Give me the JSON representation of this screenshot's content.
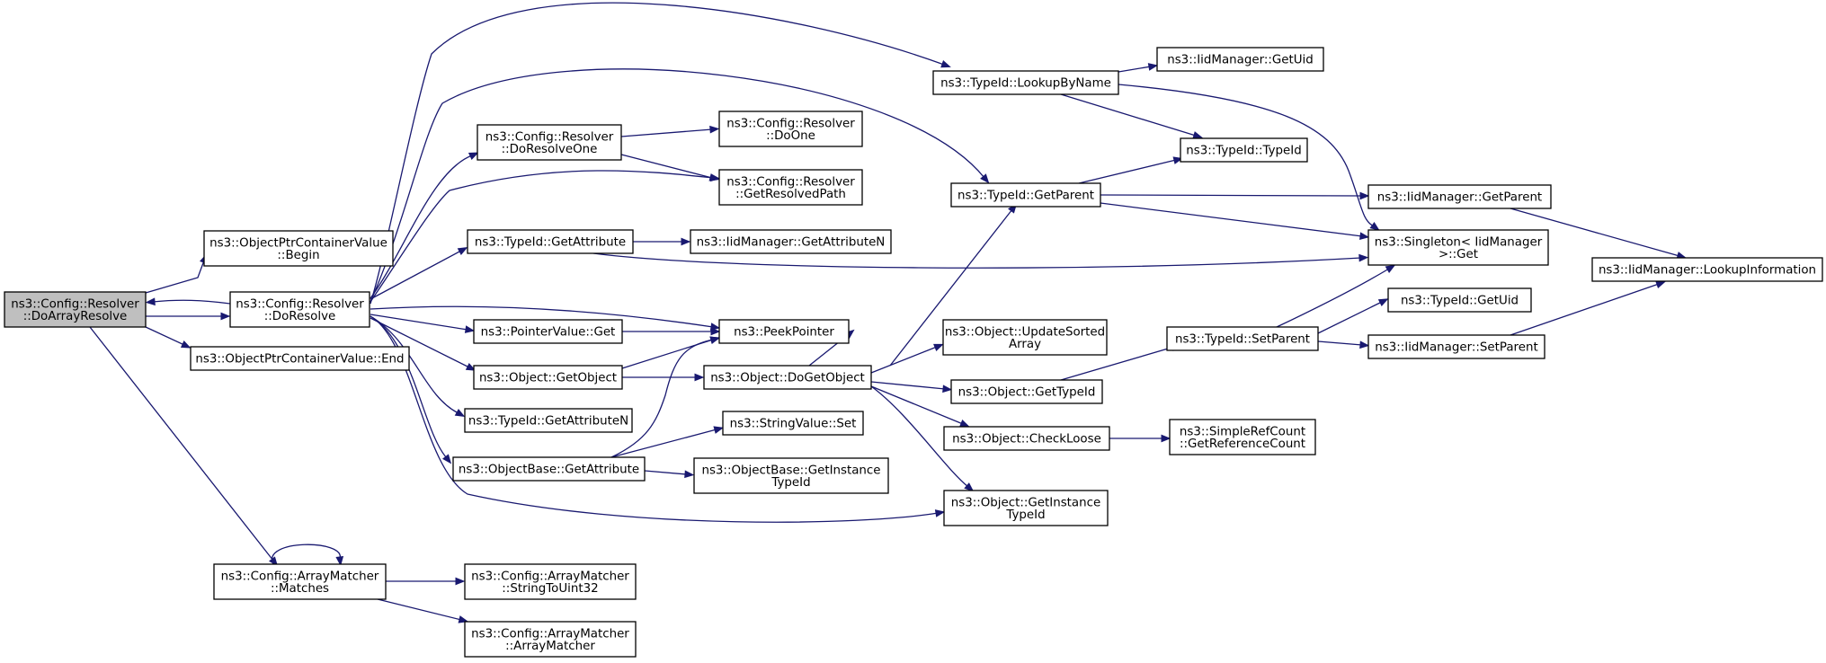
{
  "diagram": {
    "kind": "call-graph",
    "colors": {
      "edge": "#191970",
      "root_fill": "#bfbfbf",
      "node_fill": "#ffffff",
      "node_border": "#000000"
    },
    "nodes": [
      {
        "id": "doarrayresolve",
        "lines": [
          "ns3::Config::Resolver",
          "::DoArrayResolve"
        ],
        "root": true
      },
      {
        "id": "opcv_begin",
        "lines": [
          "ns3::ObjectPtrContainerValue",
          "::Begin"
        ]
      },
      {
        "id": "doresolve",
        "lines": [
          "ns3::Config::Resolver",
          "::DoResolve"
        ]
      },
      {
        "id": "opcv_end",
        "lines": [
          "ns3::ObjectPtrContainerValue::End"
        ]
      },
      {
        "id": "am_matches",
        "lines": [
          "ns3::Config::ArrayMatcher",
          "::Matches"
        ]
      },
      {
        "id": "doresolveone",
        "lines": [
          "ns3::Config::Resolver",
          "::DoResolveOne"
        ]
      },
      {
        "id": "tid_getattribute",
        "lines": [
          "ns3::TypeId::GetAttribute"
        ]
      },
      {
        "id": "pointervalue_get",
        "lines": [
          "ns3::PointerValue::Get"
        ]
      },
      {
        "id": "object_getobject",
        "lines": [
          "ns3::Object::GetObject"
        ]
      },
      {
        "id": "tid_getattributen",
        "lines": [
          "ns3::TypeId::GetAttributeN"
        ]
      },
      {
        "id": "objectbase_getattribute",
        "lines": [
          "ns3::ObjectBase::GetAttribute"
        ]
      },
      {
        "id": "am_stringtouint32",
        "lines": [
          "ns3::Config::ArrayMatcher",
          "::StringToUint32"
        ]
      },
      {
        "id": "am_arraymatcher",
        "lines": [
          "ns3::Config::ArrayMatcher",
          "::ArrayMatcher"
        ]
      },
      {
        "id": "resolver_doone",
        "lines": [
          "ns3::Config::Resolver",
          "::DoOne"
        ]
      },
      {
        "id": "resolver_getresolvedpath",
        "lines": [
          "ns3::Config::Resolver",
          "::GetResolvedPath"
        ]
      },
      {
        "id": "iid_getattributen",
        "lines": [
          "ns3::IidManager::GetAttributeN"
        ]
      },
      {
        "id": "peekpointer",
        "lines": [
          "ns3::PeekPointer"
        ]
      },
      {
        "id": "object_dogetobject",
        "lines": [
          "ns3::Object::DoGetObject"
        ]
      },
      {
        "id": "stringvalue_set",
        "lines": [
          "ns3::StringValue::Set"
        ]
      },
      {
        "id": "objectbase_getinstancetypeid",
        "lines": [
          "ns3::ObjectBase::GetInstance",
          "TypeId"
        ]
      },
      {
        "id": "tid_lookupbyname",
        "lines": [
          "ns3::TypeId::LookupByName"
        ]
      },
      {
        "id": "tid_getparent",
        "lines": [
          "ns3::TypeId::GetParent"
        ]
      },
      {
        "id": "object_updatesortedarray",
        "lines": [
          "ns3::Object::UpdateSorted",
          "Array"
        ]
      },
      {
        "id": "object_gettypeid",
        "lines": [
          "ns3::Object::GetTypeId"
        ]
      },
      {
        "id": "object_checkloose",
        "lines": [
          "ns3::Object::CheckLoose"
        ]
      },
      {
        "id": "object_getinstancetypeid",
        "lines": [
          "ns3::Object::GetInstance",
          "TypeId"
        ]
      },
      {
        "id": "iid_getuid",
        "lines": [
          "ns3::IidManager::GetUid"
        ]
      },
      {
        "id": "tid_typeid",
        "lines": [
          "ns3::TypeId::TypeId"
        ]
      },
      {
        "id": "tid_setparent",
        "lines": [
          "ns3::TypeId::SetParent"
        ]
      },
      {
        "id": "simplerefcount_getreferencecount",
        "lines": [
          "ns3::SimpleRefCount",
          "::GetReferenceCount"
        ]
      },
      {
        "id": "iid_getparent",
        "lines": [
          "ns3::IidManager::GetParent"
        ]
      },
      {
        "id": "singleton_get",
        "lines": [
          "ns3::Singleton< IidManager",
          ">::Get"
        ]
      },
      {
        "id": "tid_getuid",
        "lines": [
          "ns3::TypeId::GetUid"
        ]
      },
      {
        "id": "iid_setparent",
        "lines": [
          "ns3::IidManager::SetParent"
        ]
      },
      {
        "id": "iid_lookupinformation",
        "lines": [
          "ns3::IidManager::LookupInformation"
        ]
      }
    ],
    "edges": [
      {
        "from": "doarrayresolve",
        "to": "opcv_begin"
      },
      {
        "from": "doarrayresolve",
        "to": "doresolve"
      },
      {
        "from": "doresolve",
        "to": "doarrayresolve"
      },
      {
        "from": "doarrayresolve",
        "to": "opcv_end"
      },
      {
        "from": "doarrayresolve",
        "to": "am_matches"
      },
      {
        "from": "am_matches",
        "to": "am_matches"
      },
      {
        "from": "am_matches",
        "to": "am_stringtouint32"
      },
      {
        "from": "am_matches",
        "to": "am_arraymatcher"
      },
      {
        "from": "doresolve",
        "to": "tid_lookupbyname"
      },
      {
        "from": "doresolve",
        "to": "tid_getparent"
      },
      {
        "from": "doresolve",
        "to": "doresolveone"
      },
      {
        "from": "doresolve",
        "to": "resolver_getresolvedpath"
      },
      {
        "from": "doresolve",
        "to": "tid_getattribute"
      },
      {
        "from": "doresolve",
        "to": "pointervalue_get"
      },
      {
        "from": "doresolve",
        "to": "peekpointer"
      },
      {
        "from": "doresolve",
        "to": "object_getobject"
      },
      {
        "from": "doresolve",
        "to": "tid_getattributen"
      },
      {
        "from": "doresolve",
        "to": "objectbase_getattribute"
      },
      {
        "from": "doresolve",
        "to": "object_getinstancetypeid"
      },
      {
        "from": "doresolveone",
        "to": "resolver_doone"
      },
      {
        "from": "doresolveone",
        "to": "resolver_getresolvedpath"
      },
      {
        "from": "tid_getattribute",
        "to": "iid_getattributen"
      },
      {
        "from": "tid_getattribute",
        "to": "singleton_get"
      },
      {
        "from": "pointervalue_get",
        "to": "peekpointer"
      },
      {
        "from": "object_getobject",
        "to": "peekpointer"
      },
      {
        "from": "object_getobject",
        "to": "object_dogetobject"
      },
      {
        "from": "objectbase_getattribute",
        "to": "peekpointer"
      },
      {
        "from": "objectbase_getattribute",
        "to": "stringvalue_set"
      },
      {
        "from": "objectbase_getattribute",
        "to": "objectbase_getinstancetypeid"
      },
      {
        "from": "object_dogetobject",
        "to": "peekpointer"
      },
      {
        "from": "object_dogetobject",
        "to": "tid_getparent"
      },
      {
        "from": "object_dogetobject",
        "to": "object_updatesortedarray"
      },
      {
        "from": "object_dogetobject",
        "to": "object_gettypeid"
      },
      {
        "from": "object_dogetobject",
        "to": "object_checkloose"
      },
      {
        "from": "object_dogetobject",
        "to": "object_getinstancetypeid"
      },
      {
        "from": "tid_lookupbyname",
        "to": "iid_getuid"
      },
      {
        "from": "tid_lookupbyname",
        "to": "tid_typeid"
      },
      {
        "from": "tid_lookupbyname",
        "to": "singleton_get"
      },
      {
        "from": "tid_getparent",
        "to": "tid_typeid"
      },
      {
        "from": "tid_getparent",
        "to": "iid_getparent"
      },
      {
        "from": "tid_getparent",
        "to": "singleton_get"
      },
      {
        "from": "object_gettypeid",
        "to": "tid_setparent"
      },
      {
        "from": "object_checkloose",
        "to": "simplerefcount_getreferencecount"
      },
      {
        "from": "tid_setparent",
        "to": "singleton_get"
      },
      {
        "from": "tid_setparent",
        "to": "tid_getuid"
      },
      {
        "from": "tid_setparent",
        "to": "iid_setparent"
      },
      {
        "from": "iid_getparent",
        "to": "iid_lookupinformation"
      },
      {
        "from": "iid_setparent",
        "to": "iid_lookupinformation"
      }
    ]
  }
}
